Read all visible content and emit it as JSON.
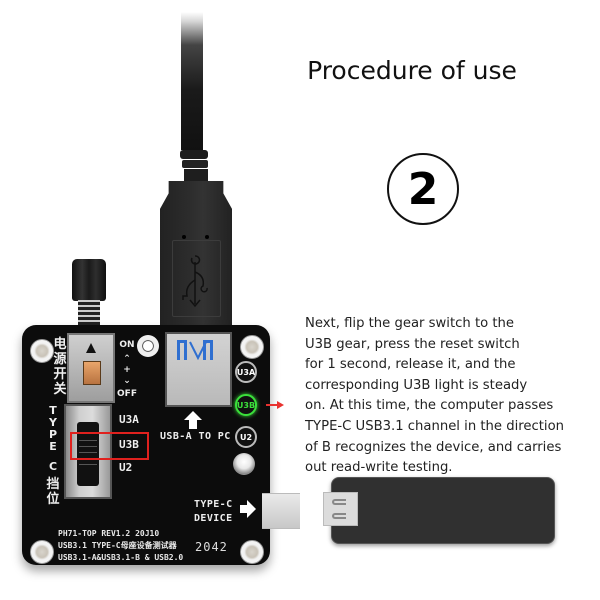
{
  "header": {
    "title": "Procedure of use",
    "step_number": "2"
  },
  "instructions": {
    "lines": [
      "Next, flip the gear switch to the",
      "U3B gear, press the reset switch",
      "for 1 second, release it, and the",
      "corresponding U3B light is steady",
      "on. At this time, the computer passes",
      "TYPE-C USB3.1 channel in the direction",
      "of B recognizes the device, and carries",
      "out read-write testing."
    ]
  },
  "device": {
    "power_switch_label_cn": [
      "电",
      "源",
      "开",
      "关"
    ],
    "power_on_label": "ON",
    "power_arrows": "^\n+\nv",
    "power_off_label": "OFF",
    "type_c_gear_label_vertical": [
      "T",
      "Y",
      "P",
      "E",
      " ",
      "C"
    ],
    "type_c_gear_label_cn": [
      "挡",
      "位"
    ],
    "gear_positions": [
      "U3A",
      "U3B",
      "U2"
    ],
    "selected_gear": "U3B",
    "usb_a_label": "USB-A TO PC",
    "leds": [
      {
        "label": "U3A",
        "state": "off"
      },
      {
        "label": "U3B",
        "state": "on"
      },
      {
        "label": "U2",
        "state": "off"
      }
    ],
    "typec_device_label_line1": "TYPE-C",
    "typec_device_label_line2": "DEVICE",
    "info_lines": [
      "PH71-TOP REV1.2 20J10",
      "USB3.1 TYPE-C母座设备测试器",
      "USB3.1-A&USB3.1-B & USB2.0"
    ],
    "serial": "2042"
  },
  "colors": {
    "highlight": "#e0211e",
    "led_on": "#3be03b",
    "board": "#0c0c0c",
    "arrow": "#e8322f"
  }
}
